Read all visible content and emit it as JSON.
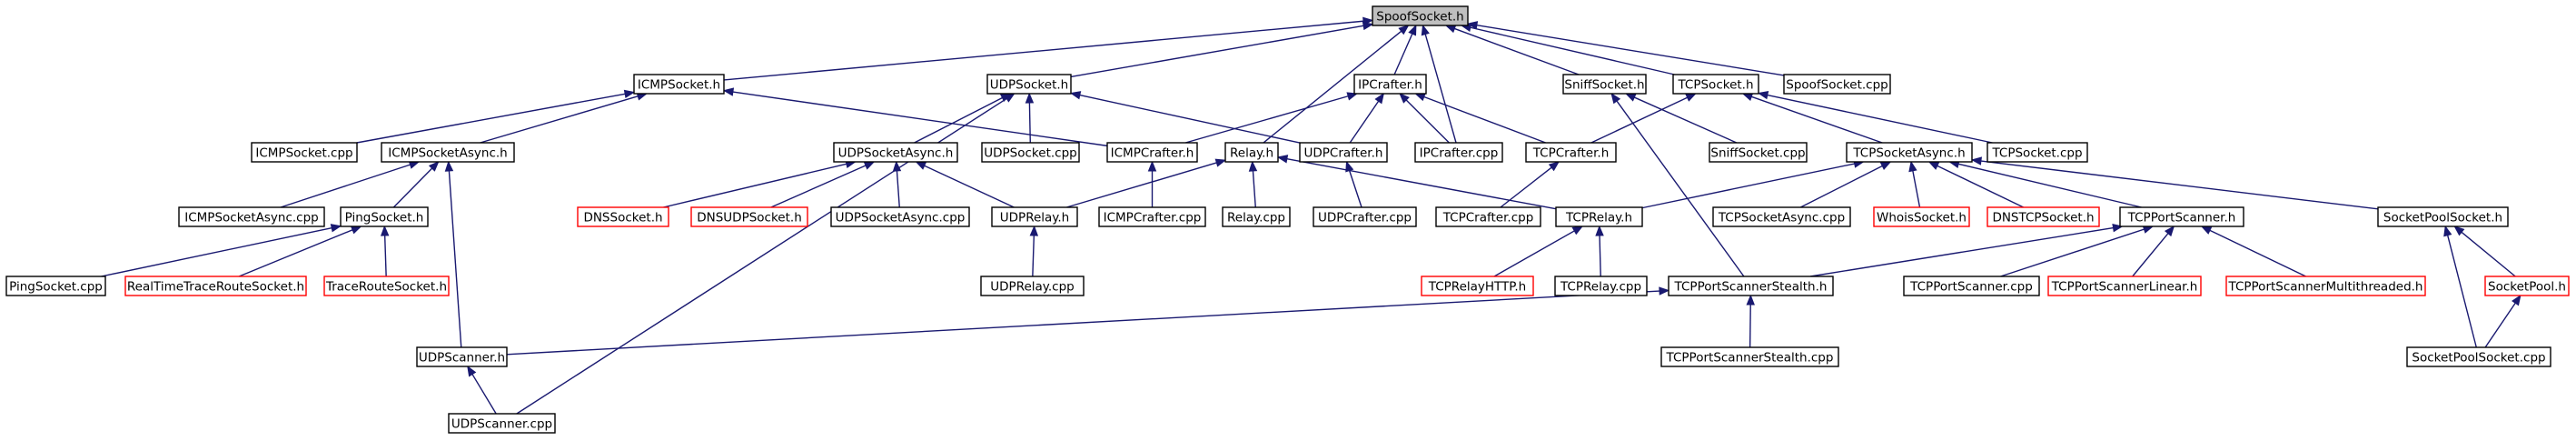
{
  "graph": {
    "nodes": [
      {
        "id": "SpoofSocket_h",
        "label": "SpoofSocket.h",
        "style": "root"
      },
      {
        "id": "ICMPSocket_h",
        "label": "ICMPSocket.h",
        "style": "normal"
      },
      {
        "id": "UDPSocket_h",
        "label": "UDPSocket.h",
        "style": "normal"
      },
      {
        "id": "IPCrafter_h",
        "label": "IPCrafter.h",
        "style": "normal"
      },
      {
        "id": "SniffSocket_h",
        "label": "SniffSocket.h",
        "style": "normal"
      },
      {
        "id": "TCPSocket_h",
        "label": "TCPSocket.h",
        "style": "normal"
      },
      {
        "id": "SpoofSocket_cpp",
        "label": "SpoofSocket.cpp",
        "style": "normal"
      },
      {
        "id": "ICMPSocket_cpp",
        "label": "ICMPSocket.cpp",
        "style": "normal"
      },
      {
        "id": "ICMPSocketAsync_h",
        "label": "ICMPSocketAsync.h",
        "style": "normal"
      },
      {
        "id": "UDPSocketAsync_h",
        "label": "UDPSocketAsync.h",
        "style": "normal"
      },
      {
        "id": "UDPSocket_cpp",
        "label": "UDPSocket.cpp",
        "style": "normal"
      },
      {
        "id": "ICMPCrafter_h",
        "label": "ICMPCrafter.h",
        "style": "normal"
      },
      {
        "id": "Relay_h",
        "label": "Relay.h",
        "style": "normal"
      },
      {
        "id": "UDPCrafter_h",
        "label": "UDPCrafter.h",
        "style": "normal"
      },
      {
        "id": "IPCrafter_cpp",
        "label": "IPCrafter.cpp",
        "style": "normal"
      },
      {
        "id": "TCPCrafter_h",
        "label": "TCPCrafter.h",
        "style": "normal"
      },
      {
        "id": "SniffSocket_cpp",
        "label": "SniffSocket.cpp",
        "style": "normal"
      },
      {
        "id": "TCPSocketAsync_h",
        "label": "TCPSocketAsync.h",
        "style": "normal"
      },
      {
        "id": "TCPSocket_cpp",
        "label": "TCPSocket.cpp",
        "style": "normal"
      },
      {
        "id": "ICMPSocketAsync_cpp",
        "label": "ICMPSocketAsync.cpp",
        "style": "normal"
      },
      {
        "id": "PingSocket_h",
        "label": "PingSocket.h",
        "style": "normal"
      },
      {
        "id": "DNSSocket_h",
        "label": "DNSSocket.h",
        "style": "red"
      },
      {
        "id": "DNSUDPSocket_h",
        "label": "DNSUDPSocket.h",
        "style": "red"
      },
      {
        "id": "UDPSocketAsync_cpp",
        "label": "UDPSocketAsync.cpp",
        "style": "normal"
      },
      {
        "id": "UDPRelay_h",
        "label": "UDPRelay.h",
        "style": "normal"
      },
      {
        "id": "ICMPCrafter_cpp",
        "label": "ICMPCrafter.cpp",
        "style": "normal"
      },
      {
        "id": "Relay_cpp",
        "label": "Relay.cpp",
        "style": "normal"
      },
      {
        "id": "UDPCrafter_cpp",
        "label": "UDPCrafter.cpp",
        "style": "normal"
      },
      {
        "id": "TCPCrafter_cpp",
        "label": "TCPCrafter.cpp",
        "style": "normal"
      },
      {
        "id": "TCPRelay_h",
        "label": "TCPRelay.h",
        "style": "normal"
      },
      {
        "id": "TCPSocketAsync_cpp",
        "label": "TCPSocketAsync.cpp",
        "style": "normal"
      },
      {
        "id": "WhoisSocket_h",
        "label": "WhoisSocket.h",
        "style": "red"
      },
      {
        "id": "DNSTCPSocket_h",
        "label": "DNSTCPSocket.h",
        "style": "red"
      },
      {
        "id": "TCPPortScanner_h",
        "label": "TCPPortScanner.h",
        "style": "normal"
      },
      {
        "id": "SocketPoolSocket_h",
        "label": "SocketPoolSocket.h",
        "style": "normal"
      },
      {
        "id": "PingSocket_cpp",
        "label": "PingSocket.cpp",
        "style": "normal"
      },
      {
        "id": "RealTimeTraceRouteSocket_h",
        "label": "RealTimeTraceRouteSocket.h",
        "style": "red"
      },
      {
        "id": "TraceRouteSocket_h",
        "label": "TraceRouteSocket.h",
        "style": "red"
      },
      {
        "id": "UDPRelay_cpp",
        "label": "UDPRelay.cpp",
        "style": "normal"
      },
      {
        "id": "TCPRelayHTTP_h",
        "label": "TCPRelayHTTP.h",
        "style": "red"
      },
      {
        "id": "TCPRelay_cpp",
        "label": "TCPRelay.cpp",
        "style": "normal"
      },
      {
        "id": "TCPPortScannerStealth_h",
        "label": "TCPPortScannerStealth.h",
        "style": "normal"
      },
      {
        "id": "TCPPortScanner_cpp",
        "label": "TCPPortScanner.cpp",
        "style": "normal"
      },
      {
        "id": "TCPPortScannerLinear_h",
        "label": "TCPPortScannerLinear.h",
        "style": "red"
      },
      {
        "id": "TCPPortScannerMultithreaded_h",
        "label": "TCPPortScannerMultithreaded.h",
        "style": "red"
      },
      {
        "id": "SocketPool_h",
        "label": "SocketPool.h",
        "style": "red"
      },
      {
        "id": "UDPScanner_h",
        "label": "UDPScanner.h",
        "style": "normal"
      },
      {
        "id": "TCPPortScannerStealth_cpp",
        "label": "TCPPortScannerStealth.cpp",
        "style": "normal"
      },
      {
        "id": "SocketPoolSocket_cpp",
        "label": "SocketPoolSocket.cpp",
        "style": "normal"
      },
      {
        "id": "UDPScanner_cpp",
        "label": "UDPScanner.cpp",
        "style": "normal"
      }
    ],
    "edges": [
      [
        "ICMPSocket_h",
        "SpoofSocket_h"
      ],
      [
        "UDPSocket_h",
        "SpoofSocket_h"
      ],
      [
        "IPCrafter_h",
        "SpoofSocket_h"
      ],
      [
        "SniffSocket_h",
        "SpoofSocket_h"
      ],
      [
        "TCPSocket_h",
        "SpoofSocket_h"
      ],
      [
        "SpoofSocket_cpp",
        "SpoofSocket_h"
      ],
      [
        "Relay_h",
        "SpoofSocket_h"
      ],
      [
        "IPCrafter_cpp",
        "SpoofSocket_h"
      ],
      [
        "ICMPSocket_cpp",
        "ICMPSocket_h"
      ],
      [
        "ICMPSocketAsync_h",
        "ICMPSocket_h"
      ],
      [
        "ICMPCrafter_h",
        "ICMPSocket_h"
      ],
      [
        "UDPSocketAsync_h",
        "UDPSocket_h"
      ],
      [
        "UDPSocket_cpp",
        "UDPSocket_h"
      ],
      [
        "UDPCrafter_h",
        "UDPSocket_h"
      ],
      [
        "UDPScanner_cpp",
        "UDPSocket_h"
      ],
      [
        "ICMPCrafter_h",
        "IPCrafter_h"
      ],
      [
        "UDPCrafter_h",
        "IPCrafter_h"
      ],
      [
        "IPCrafter_cpp",
        "IPCrafter_h"
      ],
      [
        "TCPCrafter_h",
        "IPCrafter_h"
      ],
      [
        "SniffSocket_cpp",
        "SniffSocket_h"
      ],
      [
        "TCPPortScannerStealth_h",
        "SniffSocket_h"
      ],
      [
        "TCPSocketAsync_h",
        "TCPSocket_h"
      ],
      [
        "TCPSocket_cpp",
        "TCPSocket_h"
      ],
      [
        "TCPCrafter_h",
        "TCPSocket_h"
      ],
      [
        "ICMPSocketAsync_cpp",
        "ICMPSocketAsync_h"
      ],
      [
        "PingSocket_h",
        "ICMPSocketAsync_h"
      ],
      [
        "UDPScanner_h",
        "ICMPSocketAsync_h"
      ],
      [
        "DNSSocket_h",
        "UDPSocketAsync_h"
      ],
      [
        "DNSUDPSocket_h",
        "UDPSocketAsync_h"
      ],
      [
        "UDPSocketAsync_cpp",
        "UDPSocketAsync_h"
      ],
      [
        "UDPRelay_h",
        "UDPSocketAsync_h"
      ],
      [
        "ICMPCrafter_cpp",
        "ICMPCrafter_h"
      ],
      [
        "UDPRelay_h",
        "Relay_h"
      ],
      [
        "Relay_cpp",
        "Relay_h"
      ],
      [
        "TCPRelay_h",
        "Relay_h"
      ],
      [
        "UDPCrafter_cpp",
        "UDPCrafter_h"
      ],
      [
        "TCPCrafter_cpp",
        "TCPCrafter_h"
      ],
      [
        "TCPRelay_h",
        "TCPSocketAsync_h"
      ],
      [
        "TCPSocketAsync_cpp",
        "TCPSocketAsync_h"
      ],
      [
        "WhoisSocket_h",
        "TCPSocketAsync_h"
      ],
      [
        "DNSTCPSocket_h",
        "TCPSocketAsync_h"
      ],
      [
        "TCPPortScanner_h",
        "TCPSocketAsync_h"
      ],
      [
        "SocketPoolSocket_h",
        "TCPSocketAsync_h"
      ],
      [
        "PingSocket_cpp",
        "PingSocket_h"
      ],
      [
        "RealTimeTraceRouteSocket_h",
        "PingSocket_h"
      ],
      [
        "TraceRouteSocket_h",
        "PingSocket_h"
      ],
      [
        "UDPRelay_cpp",
        "UDPRelay_h"
      ],
      [
        "TCPRelayHTTP_h",
        "TCPRelay_h"
      ],
      [
        "TCPRelay_cpp",
        "TCPRelay_h"
      ],
      [
        "TCPPortScannerStealth_h",
        "TCPPortScanner_h"
      ],
      [
        "TCPPortScanner_cpp",
        "TCPPortScanner_h"
      ],
      [
        "TCPPortScannerLinear_h",
        "TCPPortScanner_h"
      ],
      [
        "TCPPortScannerMultithreaded_h",
        "TCPPortScanner_h"
      ],
      [
        "SocketPool_h",
        "SocketPoolSocket_h"
      ],
      [
        "SocketPoolSocket_cpp",
        "SocketPoolSocket_h"
      ],
      [
        "UDPScanner_h",
        "TCPPortScannerStealth_h"
      ],
      [
        "TCPPortScannerStealth_cpp",
        "TCPPortScannerStealth_h"
      ],
      [
        "SocketPoolSocket_cpp",
        "SocketPool_h"
      ],
      [
        "UDPScanner_cpp",
        "UDPScanner_h"
      ]
    ]
  },
  "colors": {
    "edge": "#191970",
    "border_normal": "#000000",
    "border_red": "#ff0000",
    "root_fill": "#bfbfbf",
    "node_fill": "#ffffff",
    "text": "#000000"
  }
}
